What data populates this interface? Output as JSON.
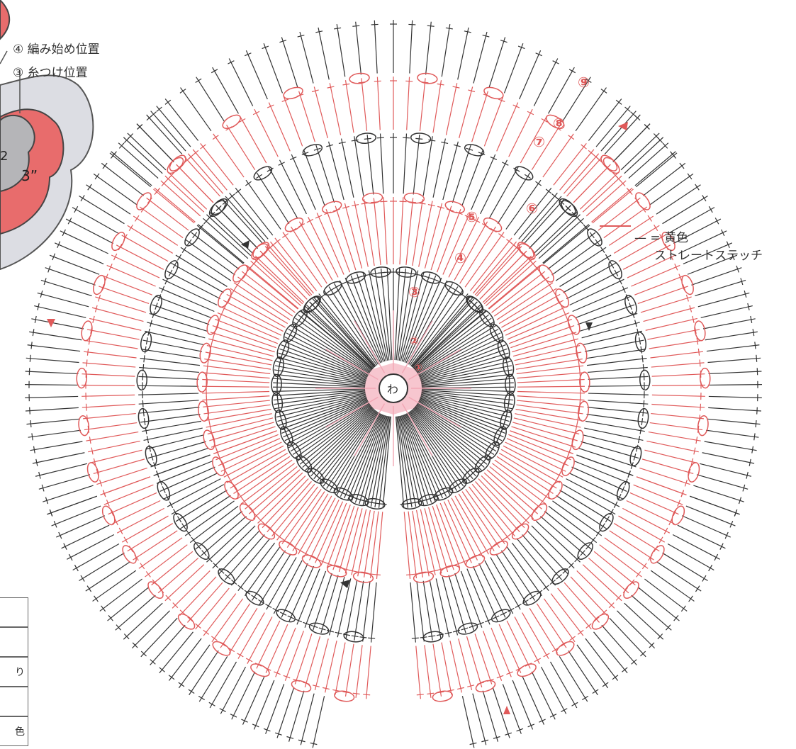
{
  "legend_top": {
    "item4": "④ 編み始め位置",
    "item3": "③ 糸つけ位置"
  },
  "inset": {
    "label2": "2",
    "label3": "3”"
  },
  "center_label": "わ",
  "round_numbers": [
    "①",
    "②",
    "③",
    "④",
    "⑤",
    "⑥",
    "⑦",
    "⑧",
    "⑨"
  ],
  "legend_right": {
    "symbol": "— =",
    "color_name": "黄色",
    "stitch_name": "ストレートステッチ"
  },
  "table_partial": [
    "",
    "",
    "り",
    "",
    "色"
  ],
  "colors": {
    "red": "#e05a5a",
    "dark": "#333333",
    "pink_fill": "#f7c6cf",
    "inset_red": "#e86c6c",
    "inset_gray": "#dcdde3"
  }
}
